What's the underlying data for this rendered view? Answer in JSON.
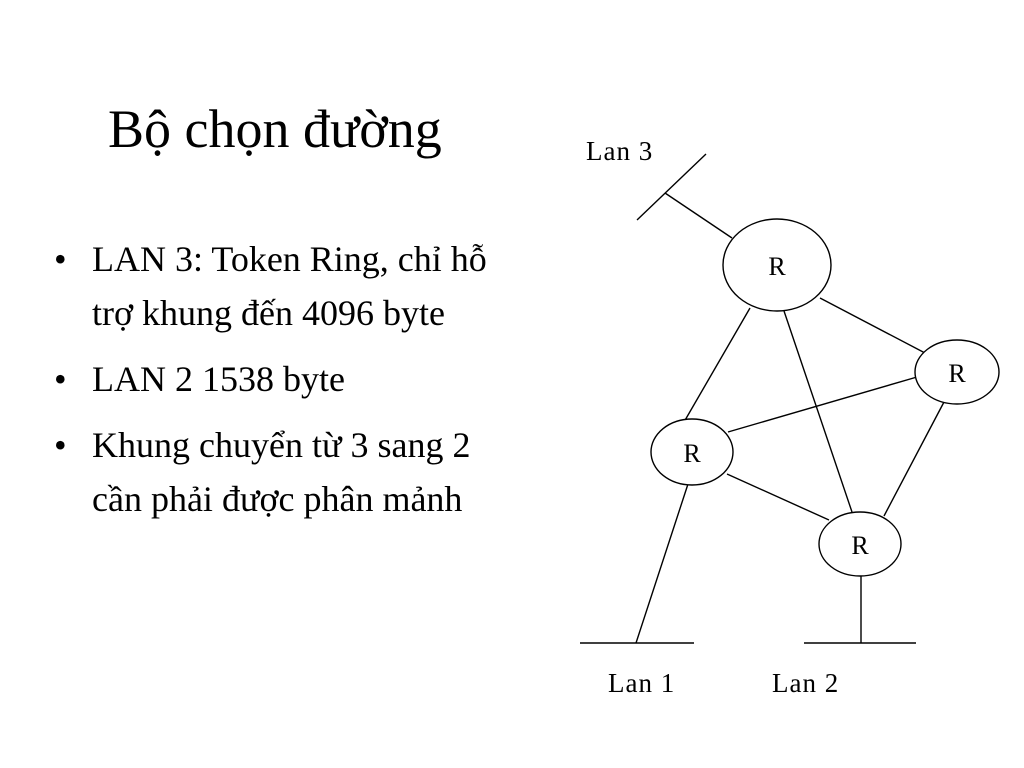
{
  "slide": {
    "title": "Bộ chọn đường",
    "bullet_symbol": "•",
    "bullets": [
      "LAN 3: Token Ring, chỉ hỗ trợ khung đến 4096 byte",
      "LAN 2 1538 byte",
      "Khung chuyển từ 3 sang 2 cần phải được phân mảnh"
    ]
  },
  "diagram": {
    "router_label": "R",
    "lans": {
      "lan1": "Lan 1",
      "lan2": "Lan 2",
      "lan3": "Lan 3"
    }
  }
}
